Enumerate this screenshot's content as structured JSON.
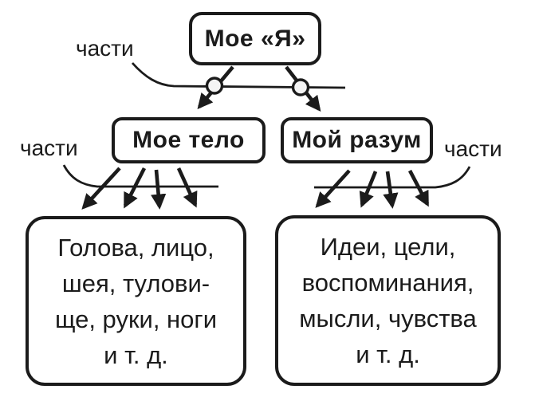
{
  "diagram": {
    "root_node": {
      "label": "Мое «Я»"
    },
    "branch_labels": {
      "top": "части",
      "left": "части",
      "right": "части"
    },
    "body_node": {
      "label": "Мое тело"
    },
    "mind_node": {
      "label": "Мой разум"
    },
    "body_parts_node": {
      "text": "Голова, лицо,\nшея, тулови-\nще, руки, ноги\nи т. д."
    },
    "mind_parts_node": {
      "text": "Идеи, цели,\nвоспоминания,\nмысли, чувства\nи т. д."
    },
    "edges": [
      {
        "from": "Мое «Я»",
        "to": "Мое тело",
        "via": "branch-dot"
      },
      {
        "from": "Мое «Я»",
        "to": "Мой разум",
        "via": "branch-dot"
      },
      {
        "from": "Мое тело",
        "to": "Голова, лицо, шея, туловище, руки, ноги и т. д.",
        "arrows": 4
      },
      {
        "from": "Мой разум",
        "to": "Идеи, цели, воспоминания, мысли, чувства и т. д.",
        "arrows": 4
      }
    ],
    "colors": {
      "ink": "#1b1b1b",
      "background": "#ffffff",
      "dot_fill": "#f4f4f4"
    }
  }
}
